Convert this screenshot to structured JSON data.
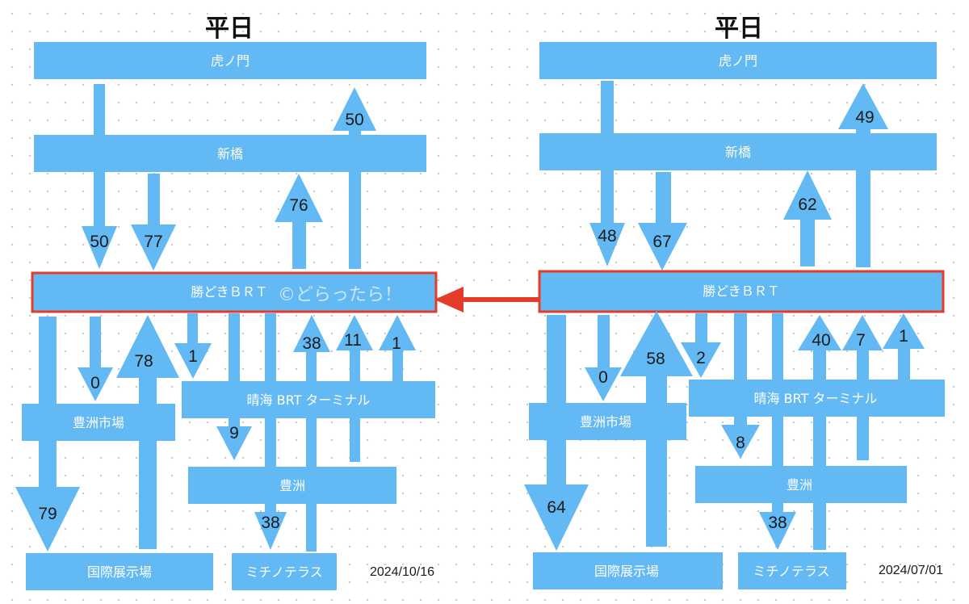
{
  "colors": {
    "box": "#63b9f3",
    "arrow": "#63b9f3",
    "highlight_border": "#e53b2a",
    "connector": "#e53b2a"
  },
  "watermark": "©どらったら！",
  "panels": [
    {
      "title": "平日",
      "date": "2024/10/16",
      "stations": {
        "toranomon": "虎ノ門",
        "shimbashi": "新橋",
        "kachidoki": "勝どきＢＲＴ",
        "toyosu_market": "豊洲市場",
        "harumi": "晴海 BRT ターミナル",
        "toyosu": "豊洲",
        "kokusai": "国際展示場",
        "michino": "ミチノテラス"
      },
      "flows": {
        "toranomon_shimbashi_down": "50",
        "toranomon_up": "50",
        "shimbashi_kachidoki_a": "50",
        "shimbashi_kachidoki_b": "77",
        "kachidoki_shimbashi_up": "76",
        "kachidoki_toyosu_market": "0",
        "kokusai_kachidoki_up": "78",
        "kachidoki_harumi": "1",
        "michino_kachidoki_up": "38",
        "toyosu_kachidoki_up": "11",
        "harumi_kachidoki_up": "1",
        "kachidoki_kokusai": "79",
        "harumi_toyosu": "9",
        "kachidoki_michino": "38"
      }
    },
    {
      "title": "平日",
      "date": "2024/07/01",
      "stations": {
        "toranomon": "虎ノ門",
        "shimbashi": "新橋",
        "kachidoki": "勝どきＢＲＴ",
        "toyosu_market": "豊洲市場",
        "harumi": "晴海 BRT ターミナル",
        "toyosu": "豊洲",
        "kokusai": "国際展示場",
        "michino": "ミチノテラス"
      },
      "flows": {
        "shimbashi_kachidoki_a": "48",
        "shimbashi_kachidoki_b": "67",
        "kachidoki_shimbashi_up": "62",
        "toranomon_up": "49",
        "kachidoki_toyosu_market": "0",
        "kachidoki_kokusai": "64",
        "kokusai_kachidoki_up": "58",
        "kachidoki_harumi": "2",
        "michino_kachidoki_up": "40",
        "toyosu_kachidoki_up": "7",
        "harumi_kachidoki_up": "1",
        "harumi_toyosu": "8",
        "kachidoki_michino": "38"
      }
    }
  ]
}
